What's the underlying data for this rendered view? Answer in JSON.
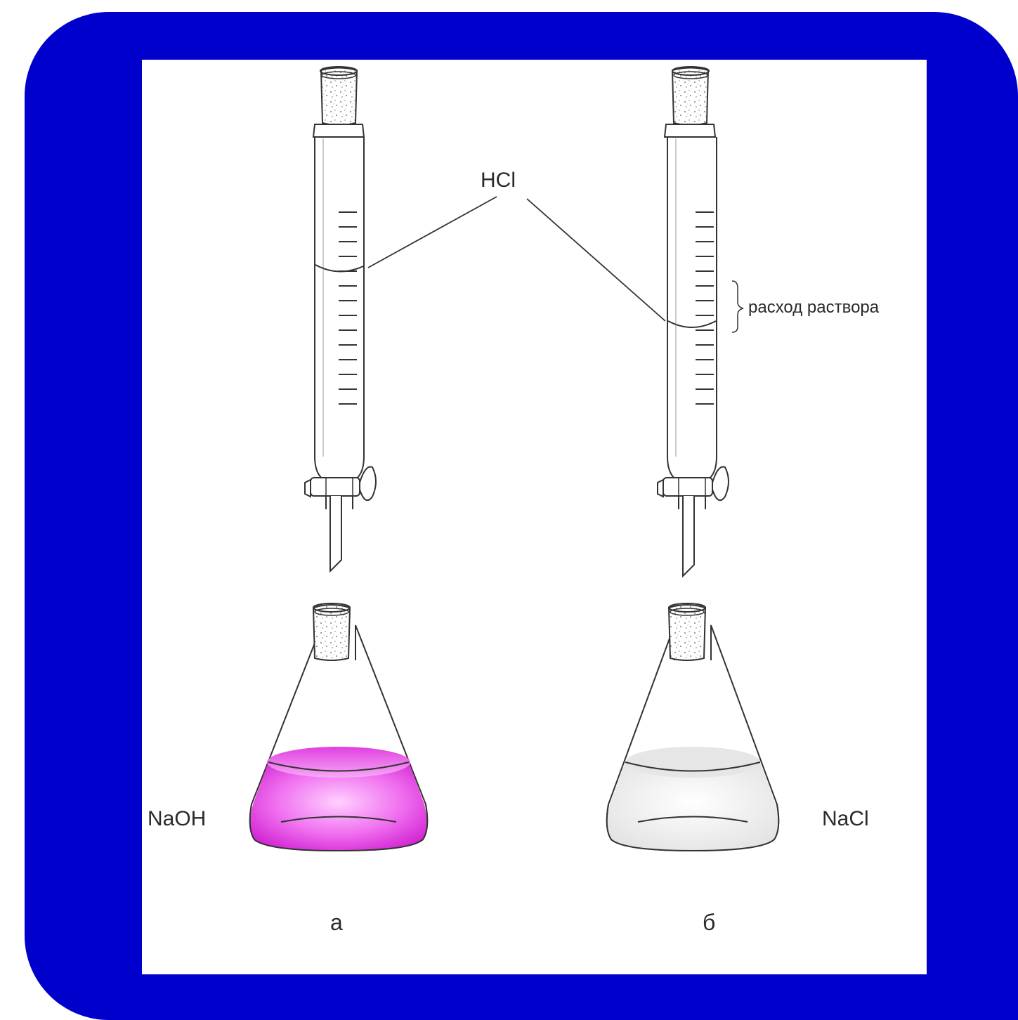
{
  "colors": {
    "frame": "#0000cc",
    "background": "#ffffff",
    "pink_solution": "#e040e0",
    "clear_solution": "#eeeeee",
    "line": "#333333"
  },
  "labels": {
    "titrant": "HCl",
    "consumption": "расход раствора",
    "flask_a_content": "NaOH",
    "flask_b_content": "NaCl",
    "caption_a": "а",
    "caption_b": "б"
  },
  "icons": [
    "burette-icon",
    "stopcock-icon",
    "conical-flask-icon",
    "stopper-icon"
  ]
}
